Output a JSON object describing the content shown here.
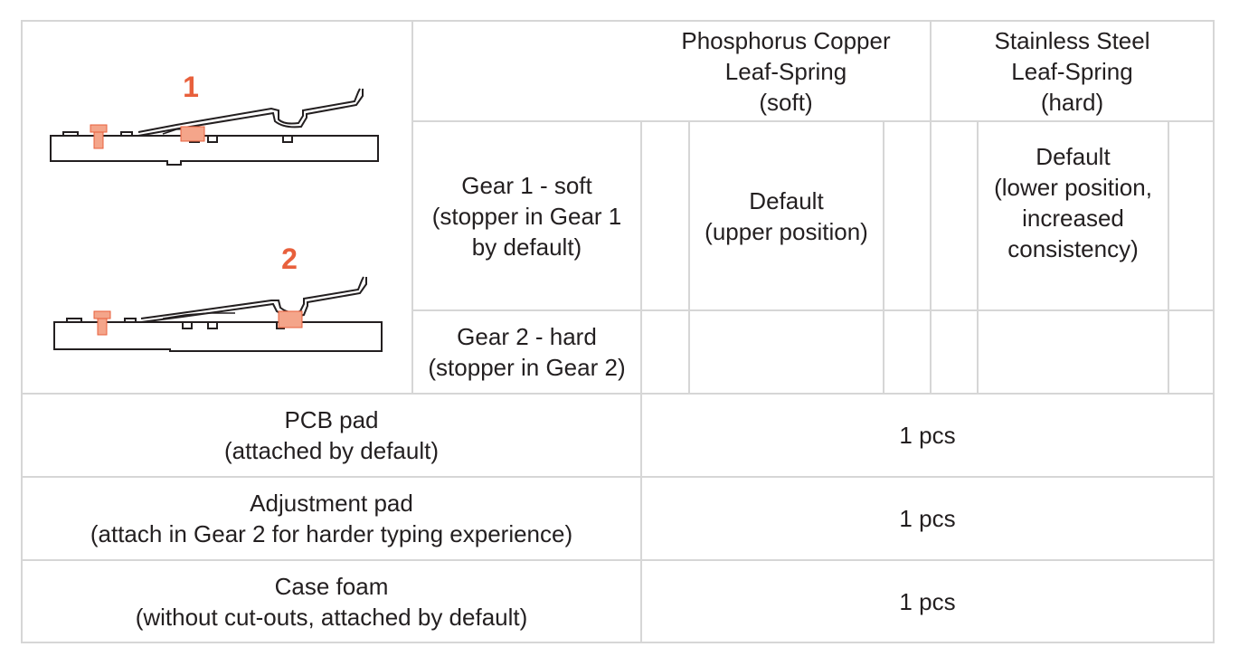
{
  "header": {
    "col1": {
      "line1": "Phosphorus Copper",
      "line2": "Leaf-Spring",
      "line3": "(soft)"
    },
    "col2": {
      "line1": "Stainless Steel",
      "line2": "Leaf-Spring",
      "line3": "(hard)"
    }
  },
  "diagram": {
    "label1": "1",
    "label2": "2",
    "accent_color": "#e8603c",
    "fill_color": "#f4a58a"
  },
  "gears": {
    "gear1": {
      "title": "Gear 1 - soft",
      "note_line1": "(stopper in Gear 1",
      "note_line2": "by default)"
    },
    "gear2": {
      "title": "Gear 2 - hard",
      "note": "(stopper in Gear 2)"
    }
  },
  "defaults": {
    "copper": {
      "title": "Default",
      "note": "(upper position)"
    },
    "steel": {
      "title": "Default",
      "line1": "(lower position,",
      "line2": "increased",
      "line3": "consistency)"
    }
  },
  "rows": [
    {
      "title": "PCB pad",
      "note": "(attached by default)",
      "qty": "1 pcs"
    },
    {
      "title": "Adjustment pad",
      "note": "(attach in Gear 2 for harder typing experience)",
      "qty": "1 pcs"
    },
    {
      "title": "Case foam",
      "note": "(without cut-outs, attached by default)",
      "qty": "1 pcs"
    }
  ]
}
